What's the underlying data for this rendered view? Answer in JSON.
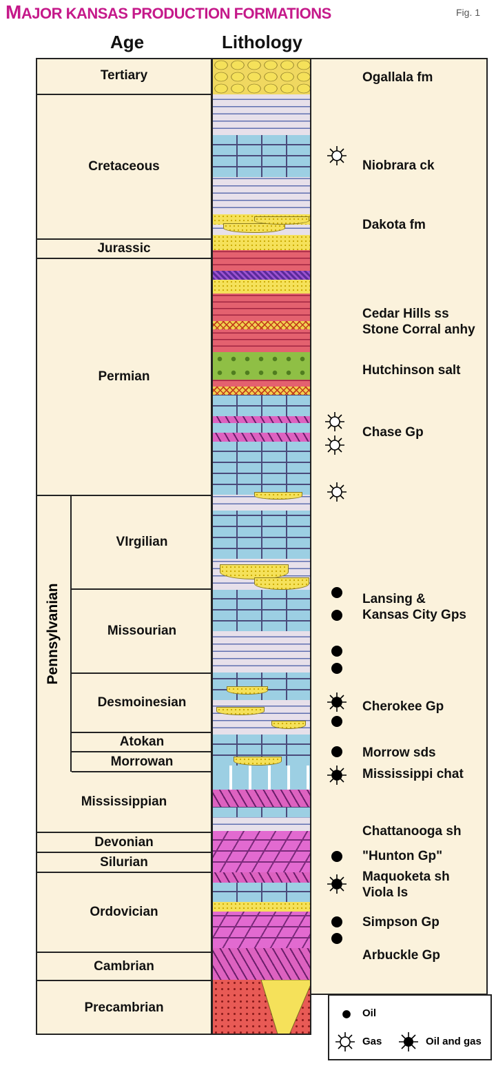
{
  "title": {
    "initial": "M",
    "rest": "ajor Kansas production formations"
  },
  "fig_label": "Fig. 1",
  "headers": {
    "age": "Age",
    "lithology": "Lithology"
  },
  "ages": [
    {
      "label": "Tertiary"
    },
    {
      "label": "Cretaceous"
    },
    {
      "label": "Jurassic"
    },
    {
      "label": "Permian"
    },
    {
      "label": "VIrgilian"
    },
    {
      "label": "Missourian"
    },
    {
      "label": "Desmoinesian"
    },
    {
      "label": "Atokan"
    },
    {
      "label": "Morrowan"
    },
    {
      "label": "Mississippian"
    },
    {
      "label": "Devonian"
    },
    {
      "label": "Silurian"
    },
    {
      "label": "Ordovician"
    },
    {
      "label": "Cambrian"
    },
    {
      "label": "Precambrian"
    }
  ],
  "pennsylvanian_label": "Pennsylvanian",
  "formations": [
    {
      "lines": [
        "Ogallala fm"
      ]
    },
    {
      "lines": [
        "Niobrara ck"
      ]
    },
    {
      "lines": [
        "Dakota fm"
      ]
    },
    {
      "lines": [
        "Cedar Hills ss",
        "Stone Corral anhy"
      ]
    },
    {
      "lines": [
        "Hutchinson salt"
      ]
    },
    {
      "lines": [
        "Chase Gp"
      ]
    },
    {
      "lines": [
        "Lansing &",
        "Kansas City Gps"
      ]
    },
    {
      "lines": [
        "Cherokee Gp"
      ]
    },
    {
      "lines": [
        "Morrow sds"
      ]
    },
    {
      "lines": [
        "Mississippi chat"
      ]
    },
    {
      "lines": [
        "Chattanooga sh"
      ]
    },
    {
      "lines": [
        "\"Hunton Gp\""
      ]
    },
    {
      "lines": [
        "Maquoketa sh",
        "Viola ls"
      ]
    },
    {
      "lines": [
        "Simpson Gp"
      ]
    },
    {
      "lines": [
        "Arbuckle Gp"
      ]
    }
  ],
  "symbols": [
    {
      "type": "gas"
    },
    {
      "type": "gas"
    },
    {
      "type": "gas"
    },
    {
      "type": "gas"
    },
    {
      "type": "oil"
    },
    {
      "type": "oil"
    },
    {
      "type": "oil"
    },
    {
      "type": "oil"
    },
    {
      "type": "oil-gas"
    },
    {
      "type": "oil"
    },
    {
      "type": "oil"
    },
    {
      "type": "oil-gas"
    },
    {
      "type": "oil"
    },
    {
      "type": "oil-gas"
    },
    {
      "type": "oil"
    },
    {
      "type": "oil"
    }
  ],
  "legend": {
    "oil": "Oil",
    "gas": "Gas",
    "oil_gas": "Oil and gas"
  },
  "colors": {
    "title": "#c5198a",
    "panel": "#fbf2dc",
    "sandstone": "#f5e15a",
    "shale": "#e7e0ea",
    "limestone": "#9ccfe3",
    "redbed": "#e4616f",
    "anhydrite": "#dd62c0",
    "salt": "#8fbf45",
    "dolomite": "#e26ad0",
    "granite": "#e85a55"
  }
}
